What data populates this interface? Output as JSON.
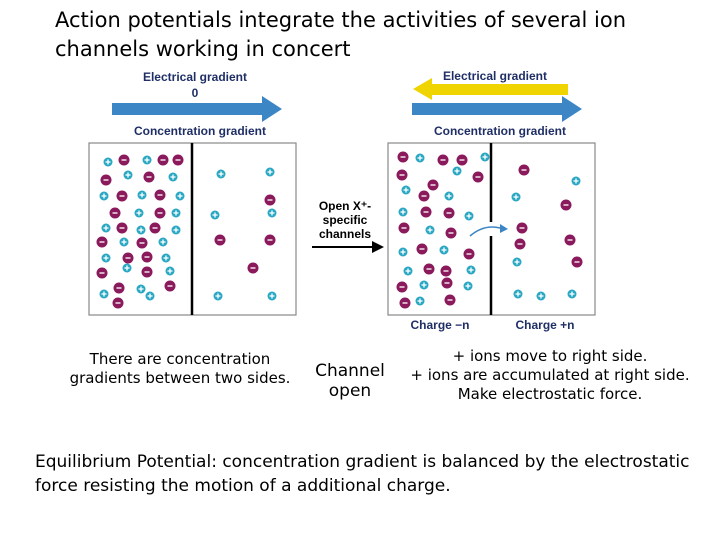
{
  "title": "Action potentials integrate the activities of several ion channels working in concert",
  "left_panel": {
    "electrical_gradient_label": "Electrical gradient",
    "electrical_gradient_value": "0",
    "concentration_gradient_label": "Concentration gradient"
  },
  "right_panel": {
    "electrical_gradient_label": "Electrical gradient",
    "concentration_gradient_label": "Concentration gradient",
    "charge_left": "Charge −n",
    "charge_right": "Charge +n"
  },
  "middle_label": [
    "Open X⁺-",
    "specific",
    "channels"
  ],
  "note_left": [
    "There are concentration",
    "gradients between two sides."
  ],
  "note_center": [
    "Channel",
    "open"
  ],
  "note_right": [
    "+ ions move to right side.",
    "+ ions are accumulated at right side.",
    "Make electrostatic force."
  ],
  "bottom_text": "Equilibrium Potential: concentration gradient is balanced by the electrostatic force resisting the motion of a additional charge.",
  "colors": {
    "cation_fill": "#2aa7c2",
    "anion_fill": "#8a1a5b",
    "blue_arrow": "#3d86c6",
    "yellow_arrow": "#f0d400",
    "header_text": "#1f2f66"
  }
}
